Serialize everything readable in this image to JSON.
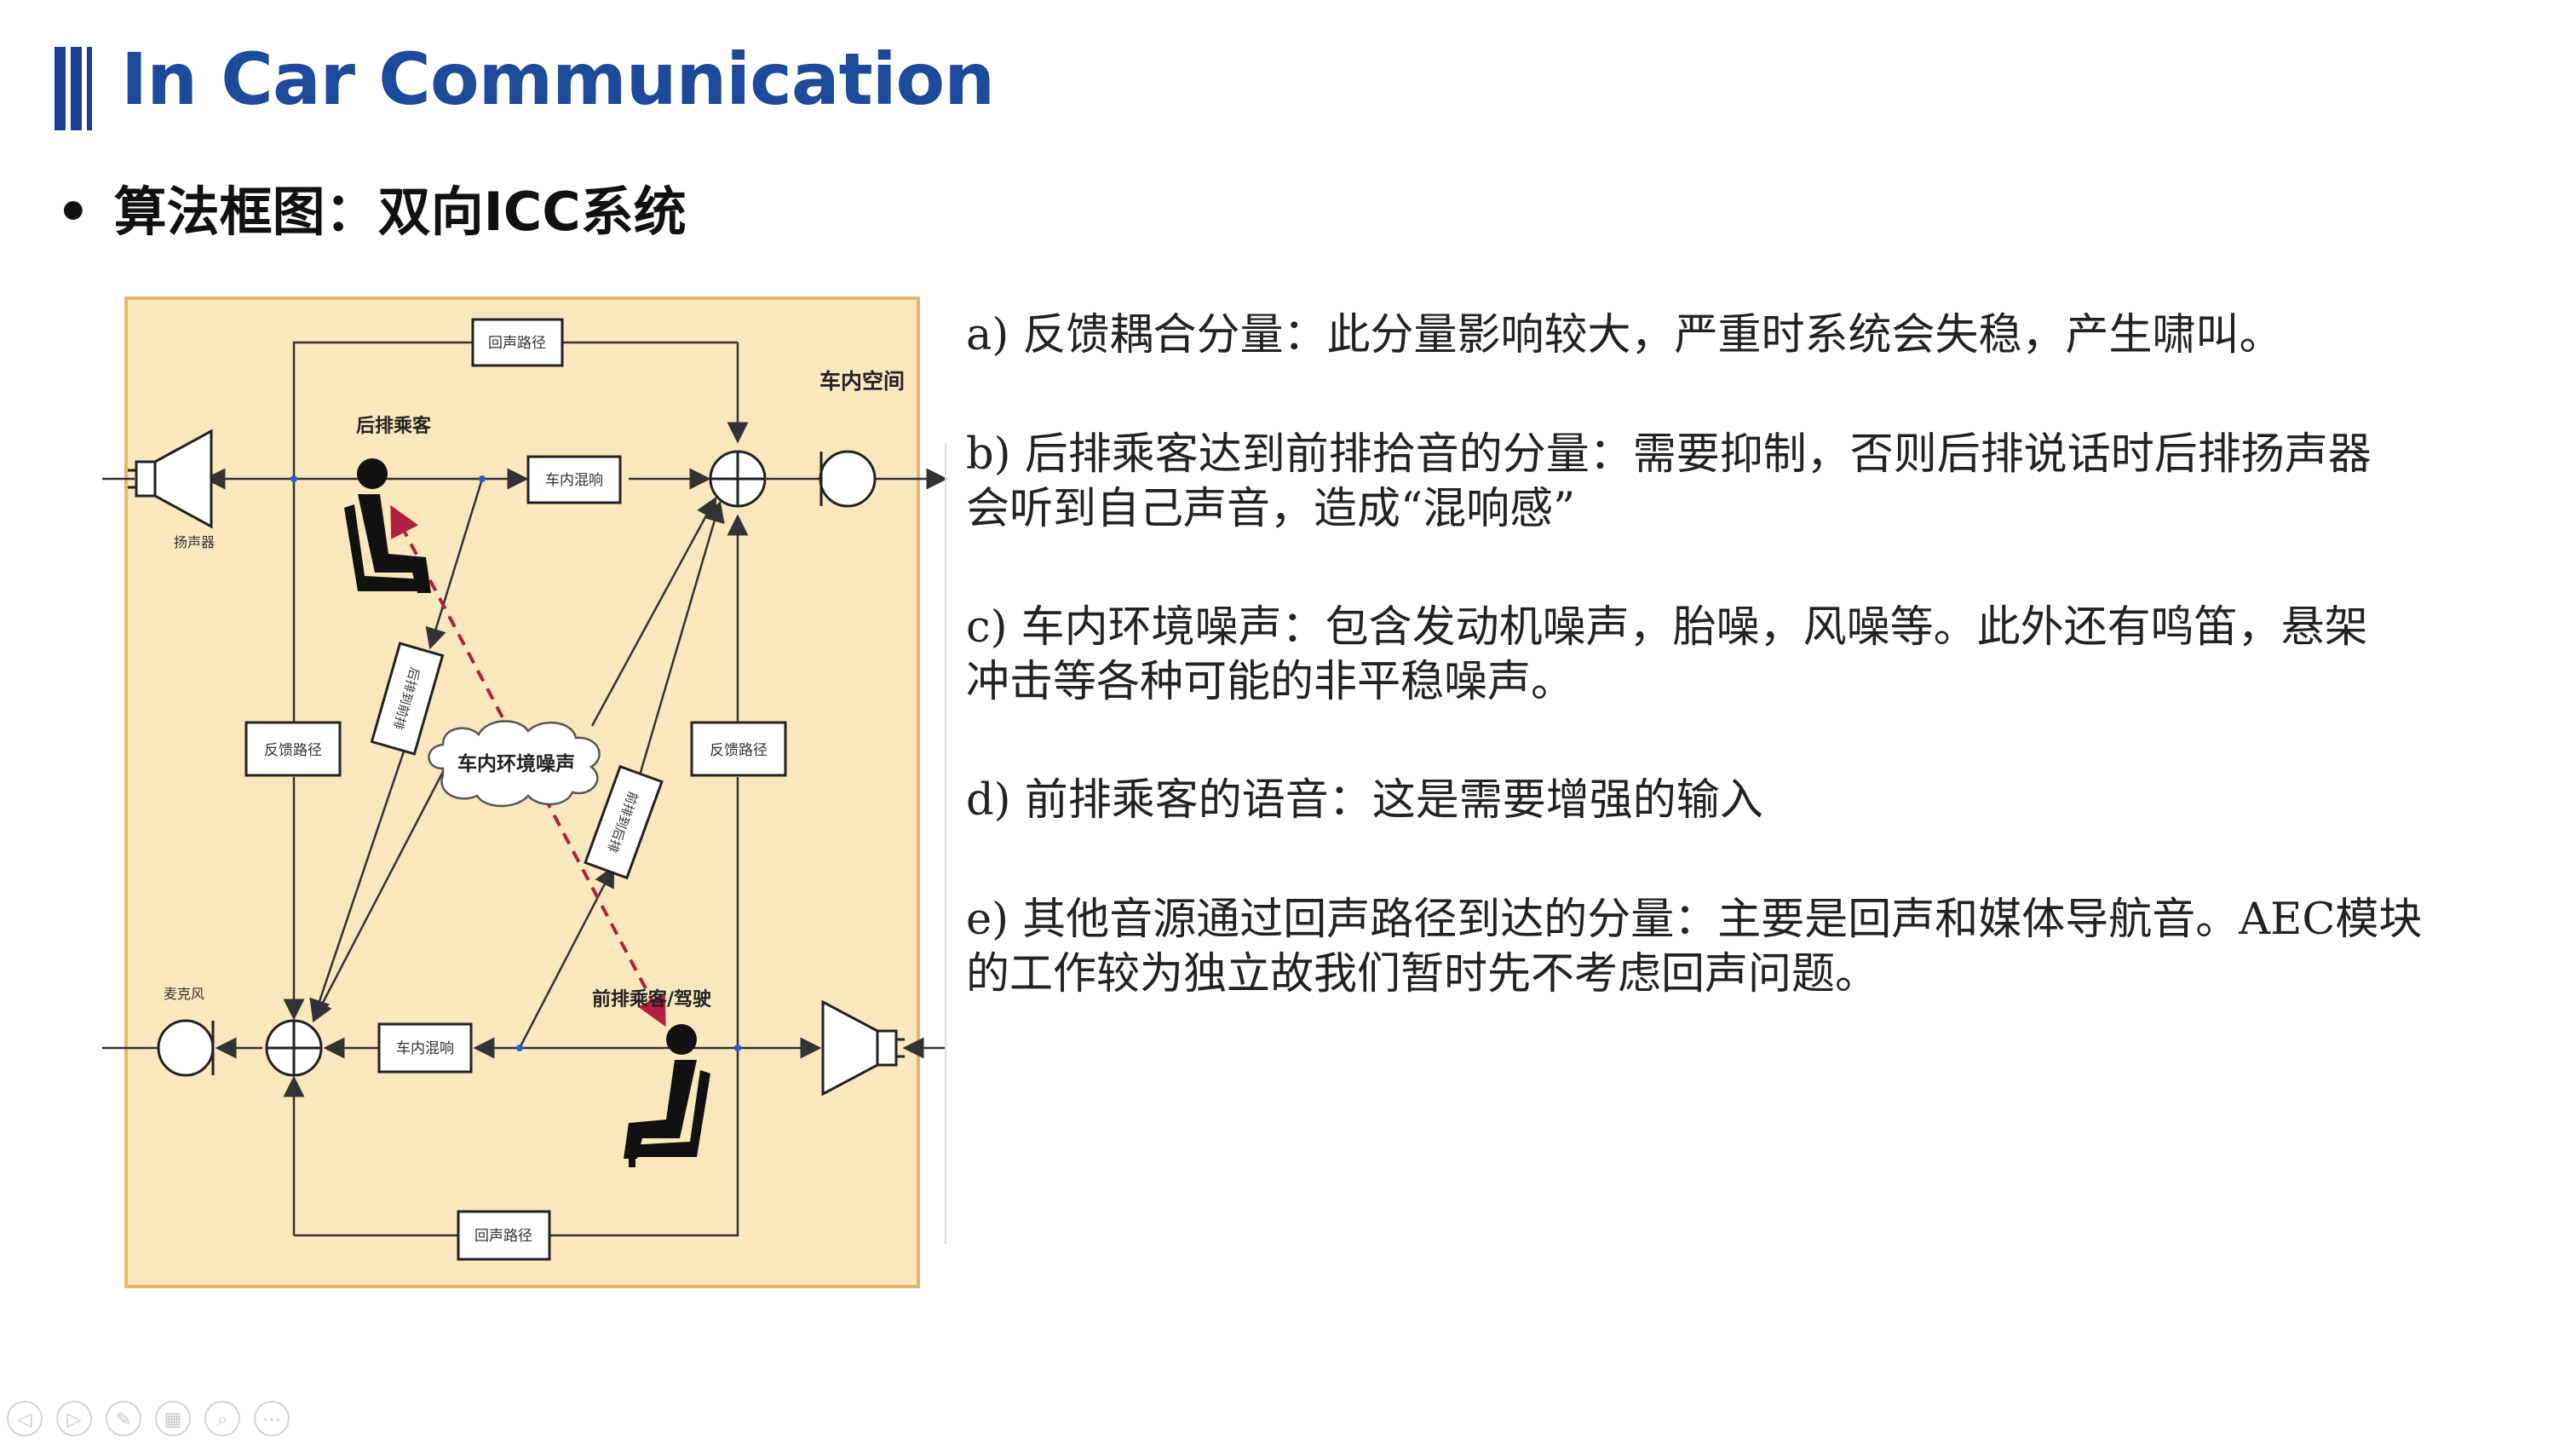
{
  "header": {
    "title": "In Car Communication",
    "bullet": "•",
    "subtitle": "算法框图：双向ICC系统",
    "accent_color": "#1d4a9a"
  },
  "diagram": {
    "background_color": "#f9e8bd",
    "border_color": "#e2b86a",
    "speaker_left_label": "扬声器",
    "mic_label": "麦克风",
    "cabin_label": "车内空间",
    "rear_passenger_label": "后排乘客",
    "front_passenger_label": "前排乘客/驾驶",
    "echo_path_top": "回声路径",
    "echo_path_bottom": "回声路径",
    "cabin_reverb_top": "车内混响",
    "cabin_reverb_bottom": "车内混响",
    "feedback_path_left": "反馈路径",
    "feedback_path_right": "反馈路径",
    "diag_path_left": "后排到前排",
    "diag_path_right": "前排到后排",
    "noise_label": "车内环境噪声",
    "dashed_color": "#b0203c"
  },
  "descriptions": [
    {
      "line1": "a) 反馈耦合分量：此分量影响较大，严重时系统会失稳，产生啸叫。",
      "line2": ""
    },
    {
      "line1": "b) 后排乘客达到前排拾音的分量：需要抑制，否则后排说话时后排扬声器",
      "line2": "会听到自己声音，造成“混响感”"
    },
    {
      "line1": "c) 车内环境噪声：包含发动机噪声，胎噪，风噪等。此外还有鸣笛，悬架",
      "line2": "冲击等各种可能的非平稳噪声。"
    },
    {
      "line1": "d) 前排乘客的语音：这是需要增强的输入",
      "line2": ""
    },
    {
      "line1": "e) 其他音源通过回声路径到达的分量：主要是回声和媒体导航音。AEC模块",
      "line2": "的工作较为独立故我们暂时先不考虑回声问题。"
    }
  ],
  "toolbar": {
    "items": [
      {
        "icon": "prev-icon",
        "glyph": "◁"
      },
      {
        "icon": "next-icon",
        "glyph": "▷"
      },
      {
        "icon": "pen-icon",
        "glyph": "✎"
      },
      {
        "icon": "slides-icon",
        "glyph": "▦"
      },
      {
        "icon": "zoom-icon",
        "glyph": "⌕"
      },
      {
        "icon": "more-icon",
        "glyph": "⋯"
      }
    ]
  }
}
